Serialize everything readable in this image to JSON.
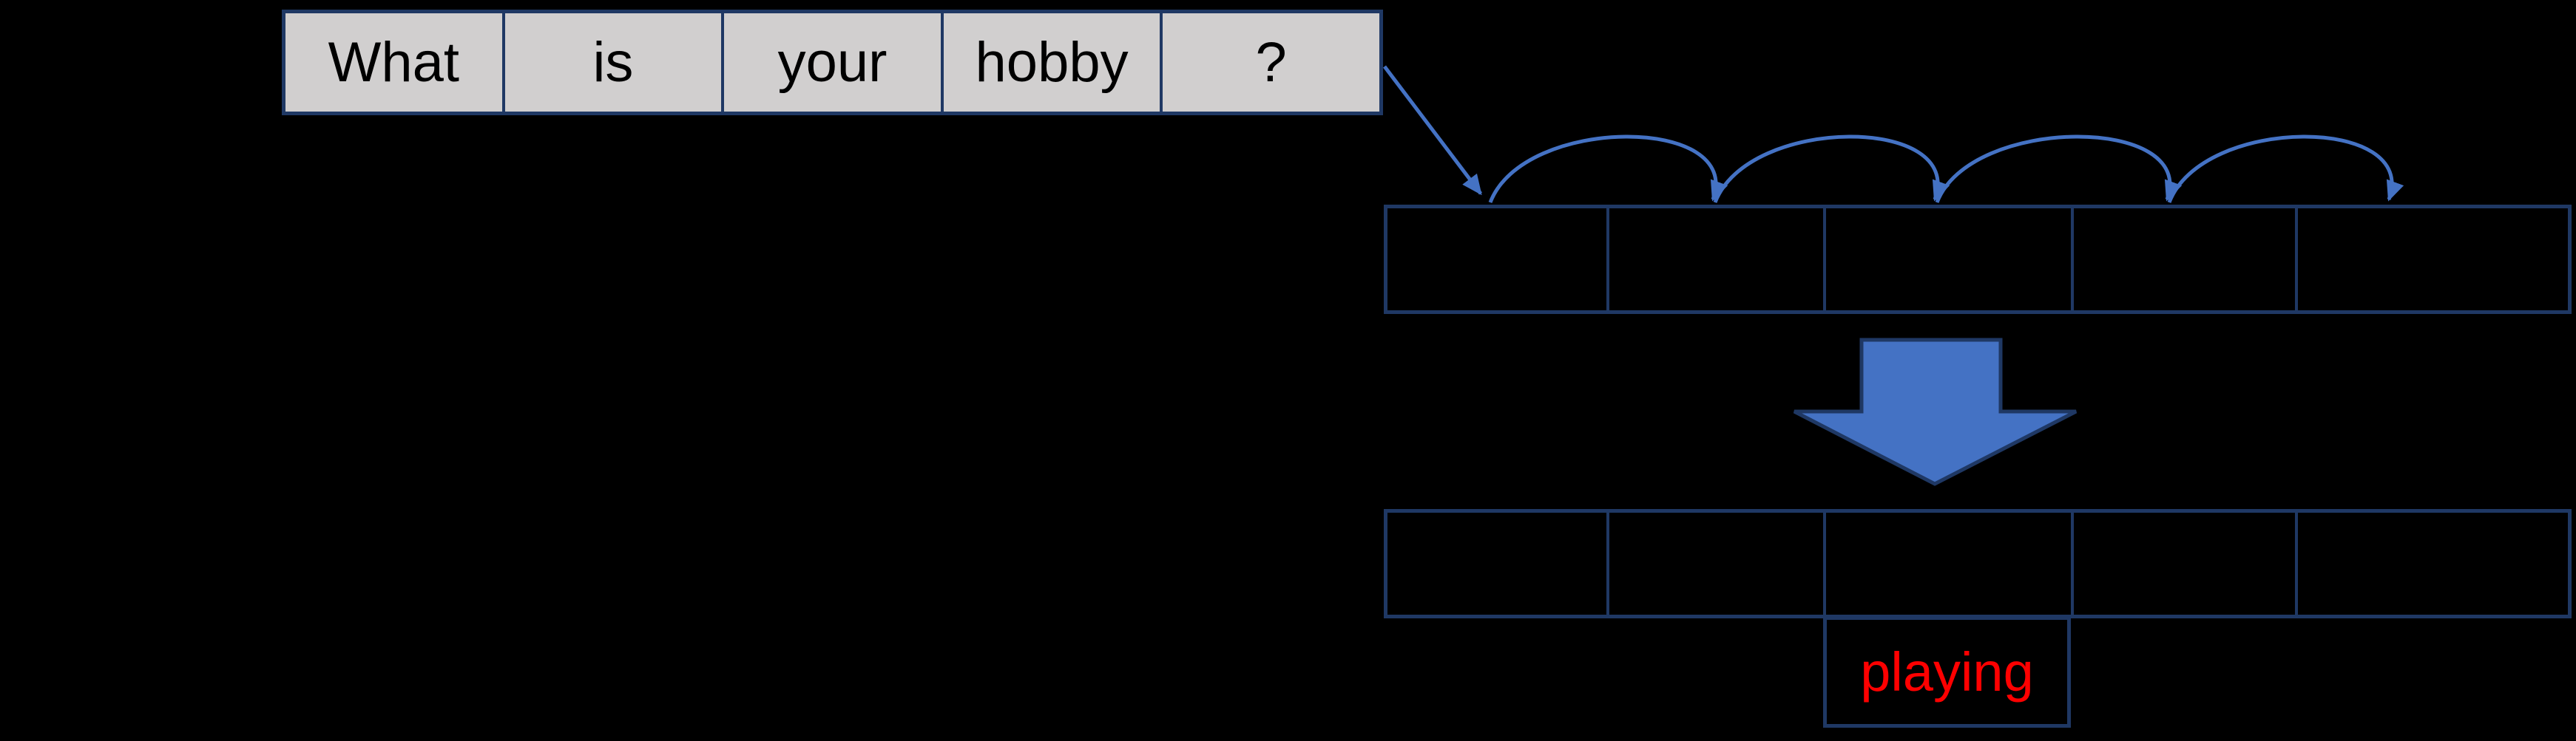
{
  "diagram": {
    "title_hint": "sentence-to-sequence prediction diagram",
    "tokens": [
      "What",
      "is",
      "your",
      "hobby",
      "?"
    ],
    "hidden_row_cells": 5,
    "output_row_cells": 5,
    "prediction": {
      "label": "playing"
    },
    "colors": {
      "background": "#000000",
      "token_cell_fill": "#D1CFCF",
      "token_text": "#000000",
      "border_navy": "#1F3864",
      "arrow_blue": "#4472C4",
      "prediction_red": "#FF0000"
    },
    "icons": {
      "diagonal_arrow": "diagonal-arrow-icon",
      "hop_arcs": "hop-arc-arrow-icon",
      "block_arrow": "block-down-arrow-icon"
    }
  }
}
